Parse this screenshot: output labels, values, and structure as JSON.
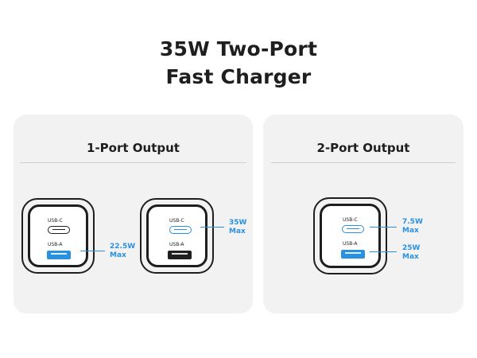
{
  "title": {
    "line1": "35W Two-Port",
    "line2": "Fast Charger"
  },
  "panels": {
    "one_port": {
      "heading": "1-Port Output",
      "chargers": [
        {
          "usb_c_label": "USB-C",
          "usb_a_label": "USB-A",
          "active_port": "USB-A",
          "power": "22.5W",
          "max": "Max"
        },
        {
          "usb_c_label": "USB-C",
          "usb_a_label": "USB-A",
          "active_port": "USB-C",
          "power": "35W",
          "max": "Max"
        }
      ]
    },
    "two_port": {
      "heading": "2-Port Output",
      "charger": {
        "usb_c_label": "USB-C",
        "usb_a_label": "USB-A",
        "usb_c_power": "7.5W",
        "usb_c_max": "Max",
        "usb_a_power": "25W",
        "usb_a_max": "Max"
      }
    }
  },
  "colors": {
    "accent": "#2a90e0",
    "panel": "#f2f2f3",
    "ink": "#1e1e1e"
  }
}
